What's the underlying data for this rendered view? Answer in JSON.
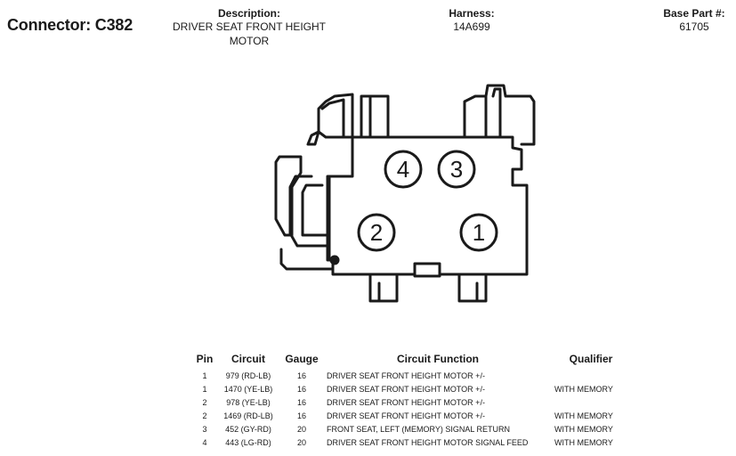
{
  "header": {
    "connector": "Connector: C382",
    "description_label": "Description:",
    "description_lines": [
      "DRIVER SEAT FRONT HEIGHT",
      "MOTOR"
    ],
    "harness_label": "Harness:",
    "harness": "14A699",
    "base_part_label": "Base Part #:",
    "base_part": "61705"
  },
  "connector_pins": [
    "4",
    "3",
    "2",
    "1"
  ],
  "table": {
    "columns": [
      "Pin",
      "Circuit",
      "Gauge",
      "Circuit Function",
      "Qualifier"
    ],
    "rows": [
      {
        "pin": "1",
        "circuit": "979 (RD-LB)",
        "gauge": "16",
        "function": "DRIVER SEAT FRONT HEIGHT MOTOR +/-",
        "qualifier": ""
      },
      {
        "pin": "1",
        "circuit": "1470 (YE-LB)",
        "gauge": "16",
        "function": "DRIVER SEAT FRONT HEIGHT MOTOR +/-",
        "qualifier": "WITH MEMORY"
      },
      {
        "pin": "2",
        "circuit": "978 (YE-LB)",
        "gauge": "16",
        "function": "DRIVER SEAT FRONT HEIGHT MOTOR +/-",
        "qualifier": ""
      },
      {
        "pin": "2",
        "circuit": "1469 (RD-LB)",
        "gauge": "16",
        "function": "DRIVER SEAT FRONT HEIGHT MOTOR +/-",
        "qualifier": "WITH MEMORY"
      },
      {
        "pin": "3",
        "circuit": "452 (GY-RD)",
        "gauge": "20",
        "function": "FRONT SEAT, LEFT (MEMORY) SIGNAL RETURN",
        "qualifier": "WITH MEMORY"
      },
      {
        "pin": "4",
        "circuit": "443 (LG-RD)",
        "gauge": "20",
        "function": "DRIVER SEAT FRONT HEIGHT MOTOR SIGNAL FEED",
        "qualifier": "WITH MEMORY"
      }
    ]
  }
}
